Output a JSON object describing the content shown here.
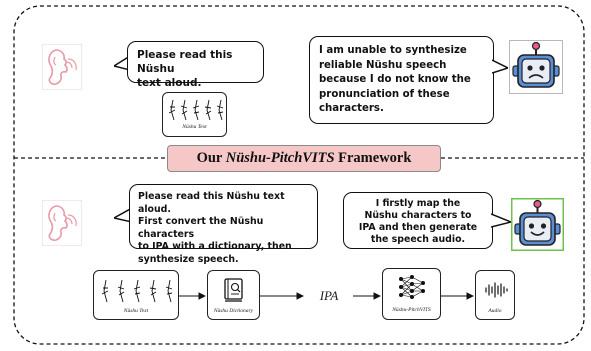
{
  "banner": {
    "prefix": "Our ",
    "emph": "Nüshu-PitchVITS",
    "suffix": " Framework"
  },
  "top": {
    "user_bubble": [
      "Please read this Nüshu",
      "text aloud."
    ],
    "robot_bubble": [
      "I am unable to synthesize",
      "reliable Nüshu speech",
      "because I do not know the",
      "pronunciation of these",
      "characters."
    ],
    "nushu_card_caption": "Nüshu Text",
    "robot_mood": "sad"
  },
  "bottom": {
    "user_bubble": [
      "Please read this Nüshu text aloud.",
      "First convert the Nüshu characters",
      "to IPA with a dictionary, then",
      "synthesize speech."
    ],
    "robot_bubble": [
      "I firstly map the",
      "Nüshu characters to",
      "IPA and then generate",
      "the speech audio."
    ],
    "robot_mood": "happy"
  },
  "pipeline": {
    "steps": [
      {
        "label": "Nüshu Text",
        "icon": "nushu-glyphs-icon"
      },
      {
        "label": "Nüshu Dictionary",
        "icon": "dictionary-book-icon"
      },
      {
        "label": "IPA",
        "icon": "none"
      },
      {
        "label": "Nüshu-PitchVITS",
        "icon": "neural-network-icon"
      },
      {
        "label": "Audio",
        "icon": "waveform-icon"
      }
    ]
  },
  "colors": {
    "banner_fill": "#f6c7c7",
    "robot_face": "#5a8fd8",
    "robot_bottom_frame": "#6cc24a",
    "user_icon": "#e79aa8"
  }
}
